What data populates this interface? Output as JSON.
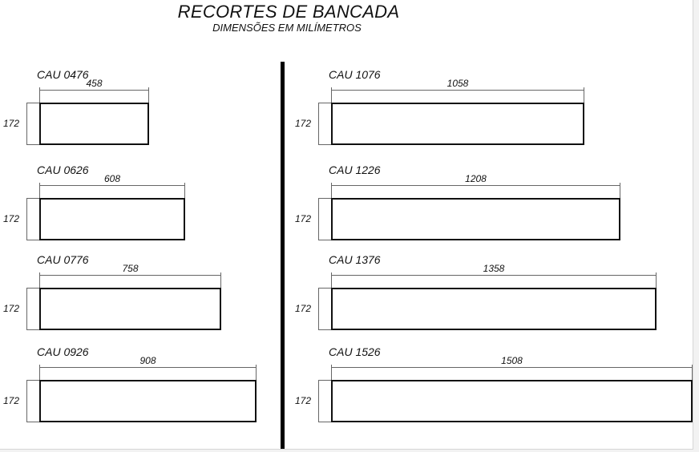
{
  "header": {
    "title": "RECORTES DE BANCADA",
    "subtitle": "DIMENSÕES EM MILÍMETROS"
  },
  "cuts": [
    {
      "code": "CAU 0476",
      "width": "458",
      "height": "172",
      "width_mm": 458
    },
    {
      "code": "CAU 0626",
      "width": "608",
      "height": "172",
      "width_mm": 608
    },
    {
      "code": "CAU 0776",
      "width": "758",
      "height": "172",
      "width_mm": 758
    },
    {
      "code": "CAU 0926",
      "width": "908",
      "height": "172",
      "width_mm": 908
    },
    {
      "code": "CAU 1076",
      "width": "1058",
      "height": "172",
      "width_mm": 1058
    },
    {
      "code": "CAU 1226",
      "width": "1208",
      "height": "172",
      "width_mm": 1208
    },
    {
      "code": "CAU 1376",
      "width": "1358",
      "height": "172",
      "width_mm": 1358
    },
    {
      "code": "CAU 1526",
      "width": "1508",
      "height": "172",
      "width_mm": 1508
    }
  ]
}
